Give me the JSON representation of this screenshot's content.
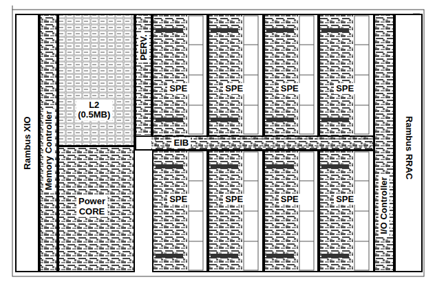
{
  "diagram": {
    "nodes": [
      {
        "text": [
          "Rambus XIO"
        ]
      },
      {
        "text": [
          "Memory Controller"
        ]
      },
      {
        "text": [
          "L2 (0.5MB)"
        ]
      },
      {
        "text": [
          "PERV."
        ]
      },
      {
        "text": [
          "SPE"
        ]
      },
      {
        "text": [
          "SPE"
        ]
      },
      {
        "text": [
          "SPE"
        ]
      },
      {
        "text": [
          "SPE"
        ]
      },
      {
        "text": [
          "EIB"
        ]
      },
      {
        "text": [
          "Power CORE"
        ]
      },
      {
        "text": [
          "SPE"
        ]
      },
      {
        "text": [
          "SPE"
        ]
      },
      {
        "text": [
          "SPE"
        ]
      },
      {
        "text": [
          "SPE"
        ]
      },
      {
        "text": [
          "I/O Controller"
        ]
      },
      {
        "text": [
          "Rambus RRAC"
        ]
      }
    ]
  }
}
